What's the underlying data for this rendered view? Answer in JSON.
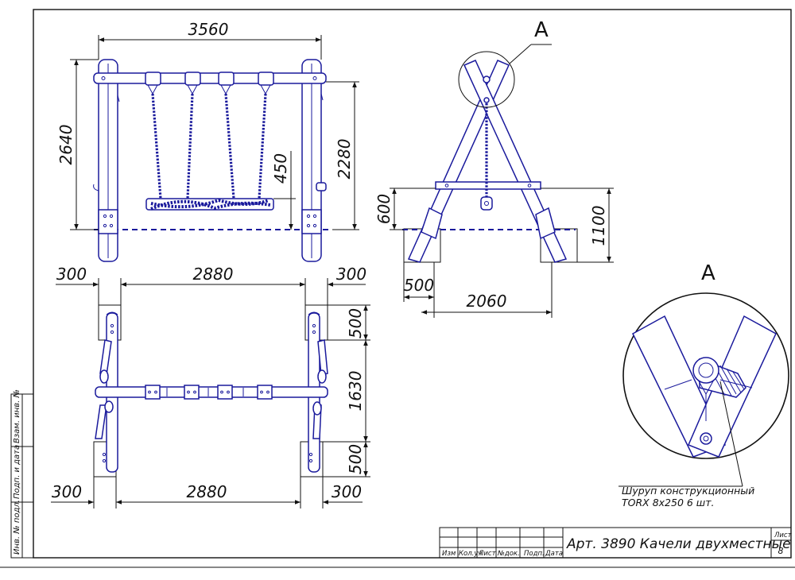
{
  "dimensions": {
    "front_width": "3560",
    "front_height": "2640",
    "beam_height": "2280",
    "seat_height": "450",
    "side_600": "600",
    "side_1100": "1100",
    "side_500": "500",
    "side_2060": "2060",
    "top_left_300": "300",
    "top_2880": "2880",
    "top_right_300": "300",
    "top_500_upper": "500",
    "top_1630": "1630",
    "top_500_lower": "500",
    "bottom_left_300": "300",
    "bottom_2880": "2880",
    "bottom_right_300": "300"
  },
  "detail": {
    "marker": "A",
    "title": "A",
    "note_line1": "Шуруп конструкционный",
    "note_line2": "TORX 8x250  6 шт."
  },
  "title_block": {
    "title": "Арт. 3890 Качели двухместные",
    "sheet_label": "Лист",
    "sheet_number": "8",
    "col_izm": "Изм",
    "col_kol": "Кол.уч",
    "col_list": "Лист",
    "col_ndok": "№док.",
    "col_podp": "Подп.",
    "col_data": "Дата"
  },
  "side_stamp": {
    "vzam": "Взам. инв. №",
    "podp_data": "Подп. и дата",
    "inv_podl": "Инв. № подл."
  },
  "colors": {
    "object": "#1a1a9c",
    "lines": "#111111"
  }
}
